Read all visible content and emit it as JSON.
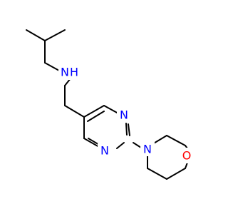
{
  "molecule": {
    "bond_color": "#000000",
    "atoms": [
      {
        "key": "nh",
        "symbol": "N",
        "suffix": "H",
        "color": "#0000ff"
      },
      {
        "key": "n_pyrimidine_top",
        "symbol": "N",
        "color": "#0000ff"
      },
      {
        "key": "n_pyrimidine_bottom",
        "symbol": "N",
        "color": "#0000ff"
      },
      {
        "key": "n_morpholine",
        "symbol": "N",
        "color": "#0000ff"
      },
      {
        "key": "o_morpholine",
        "symbol": "O",
        "color": "#ff0000"
      }
    ]
  }
}
